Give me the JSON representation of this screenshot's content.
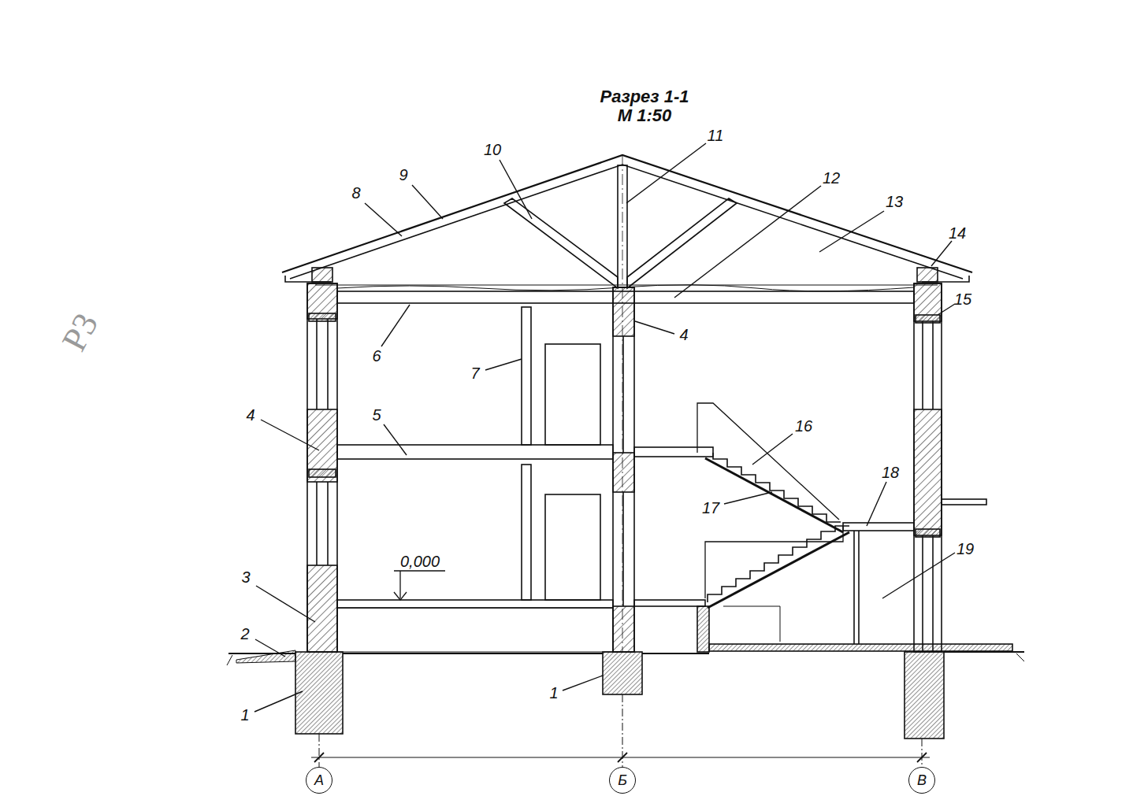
{
  "diagram": {
    "title": "Разрез 1-1",
    "nodes": [
      {
        "text": [
          "А"
        ]
      },
      {
        "text": [
          "Б"
        ]
      },
      {
        "text": [
          "В"
        ]
      }
    ],
    "labels": [
      "М 1:50",
      "11",
      "10",
      "9",
      "12",
      "8",
      "13",
      "14",
      "15",
      "4",
      "6",
      "Р3",
      "7",
      "4",
      "5",
      "16",
      "18",
      "17",
      "19",
      "0,000",
      "3",
      "2",
      "1",
      "1"
    ]
  }
}
